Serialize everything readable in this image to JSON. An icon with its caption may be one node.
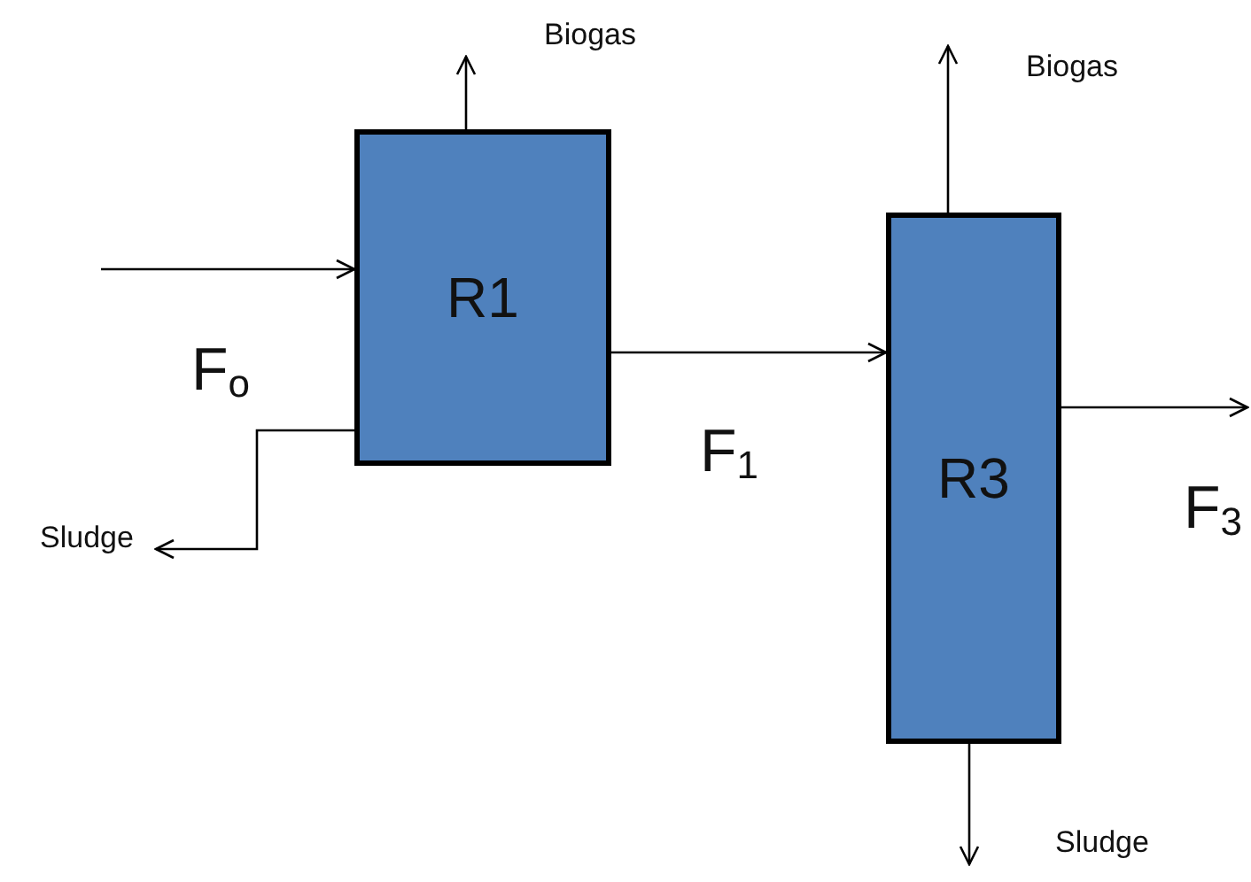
{
  "diagram": {
    "nodes": [
      {
        "text": [
          "R1"
        ]
      },
      {
        "text": [
          "R3"
        ]
      },
      {
        "text": [
          "Biogas"
        ]
      },
      {
        "text": [
          "Sludge"
        ]
      },
      {
        "text": [
          "Biogas"
        ]
      },
      {
        "text": [
          "Sludge"
        ]
      }
    ],
    "edges": [
      {
        "from": null,
        "to": 0,
        "arrow": "to",
        "label": "F$_{o}$"
      },
      {
        "from": 0,
        "to": 2,
        "arrow": "to"
      },
      {
        "from": 0,
        "to": 3,
        "arrow": "to"
      },
      {
        "from": 0,
        "to": 1,
        "arrow": "to",
        "label": "F$_{1}$"
      },
      {
        "from": 1,
        "to": 4,
        "arrow": "to"
      },
      {
        "from": 1,
        "to": null,
        "arrow": "to",
        "label": "F$_{3}$"
      },
      {
        "from": 1,
        "to": 5,
        "arrow": "to"
      }
    ]
  }
}
